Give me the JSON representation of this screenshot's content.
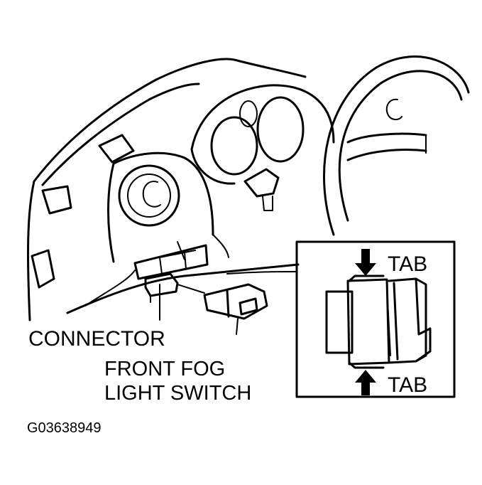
{
  "labels": {
    "connector": "CONNECTOR",
    "switch_line1": "FRONT FOG",
    "switch_line2": "LIGHT SWITCH",
    "tab_top": "TAB",
    "tab_bottom": "TAB",
    "figure_code": "G03638949"
  },
  "colors": {
    "ink": "#000000",
    "paper": "#ffffff"
  }
}
